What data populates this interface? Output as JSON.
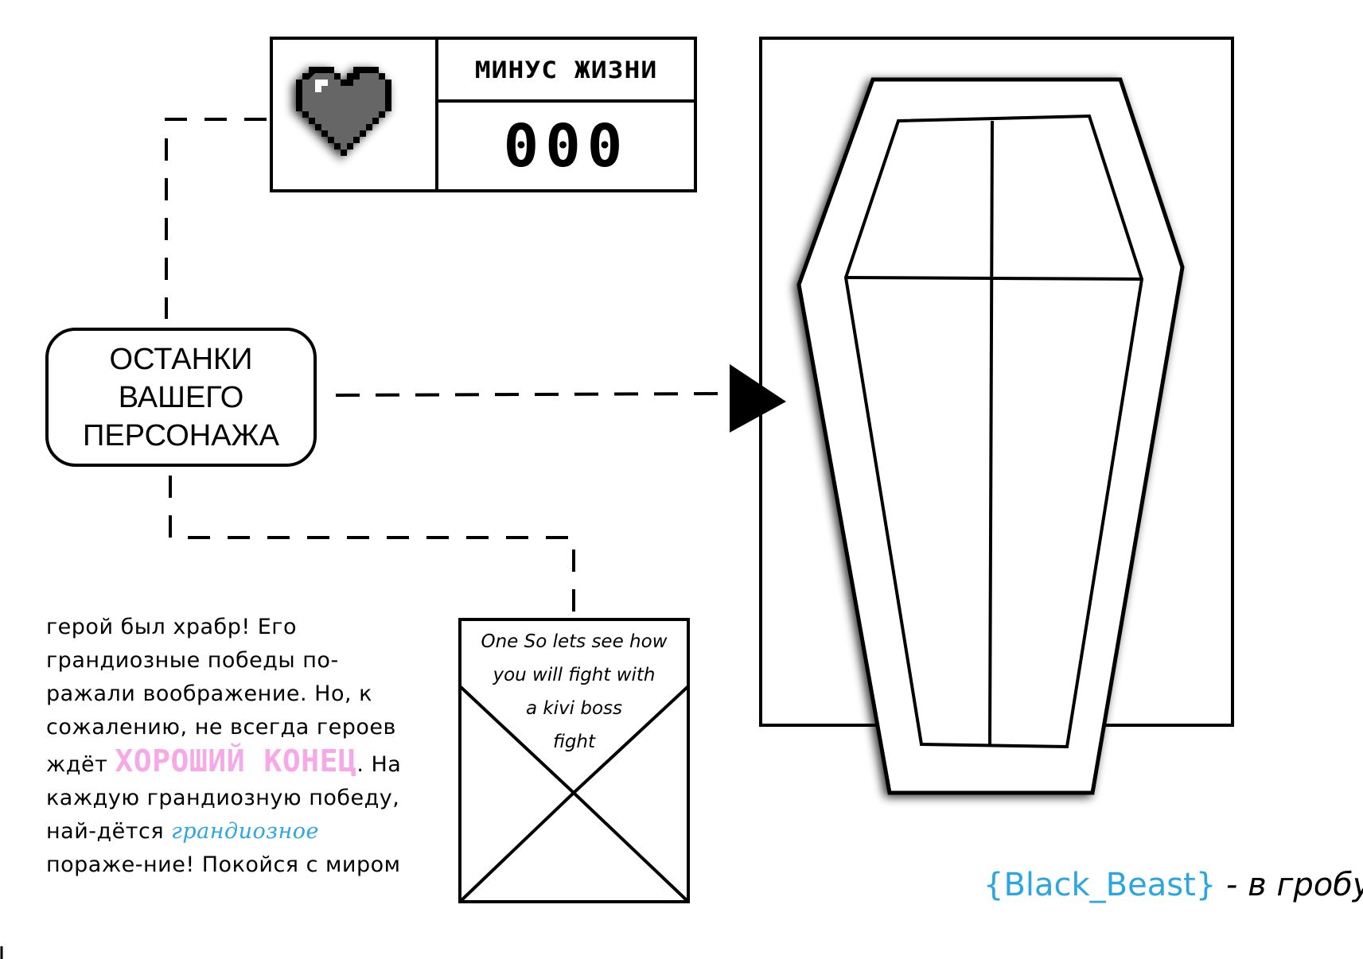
{
  "lives_panel": {
    "label": "МИНУС ЖИЗНИ",
    "count": "000",
    "icon": "pixel-heart-icon"
  },
  "remains_box": {
    "lines": [
      "ОСТАНКИ",
      "ВАШЕГО",
      "ПЕРСОНАЖА"
    ]
  },
  "story": {
    "part1": " герой был храбр! Его грандиозные победы по-ражали воображение. Но, к сожалению, не всегда героев ждёт ",
    "highlight_pink": "ХОРОШИЙ КОНЕЦ",
    "part2": ". На каждую грандиозную победу, най-дётся ",
    "highlight_blue": "грандиозное",
    "part3": " пораже-ние! Покойся с миром"
  },
  "envelope_note": {
    "lines": [
      "One So lets see how",
      "you will fight with",
      "a kivi boss",
      "fight"
    ]
  },
  "caption": {
    "name": "{Black_Beast}",
    "rest": " - в гробу"
  },
  "colors": {
    "pink": "#f7a8e6",
    "blue": "#2aa6e0",
    "heart": "#666666"
  }
}
